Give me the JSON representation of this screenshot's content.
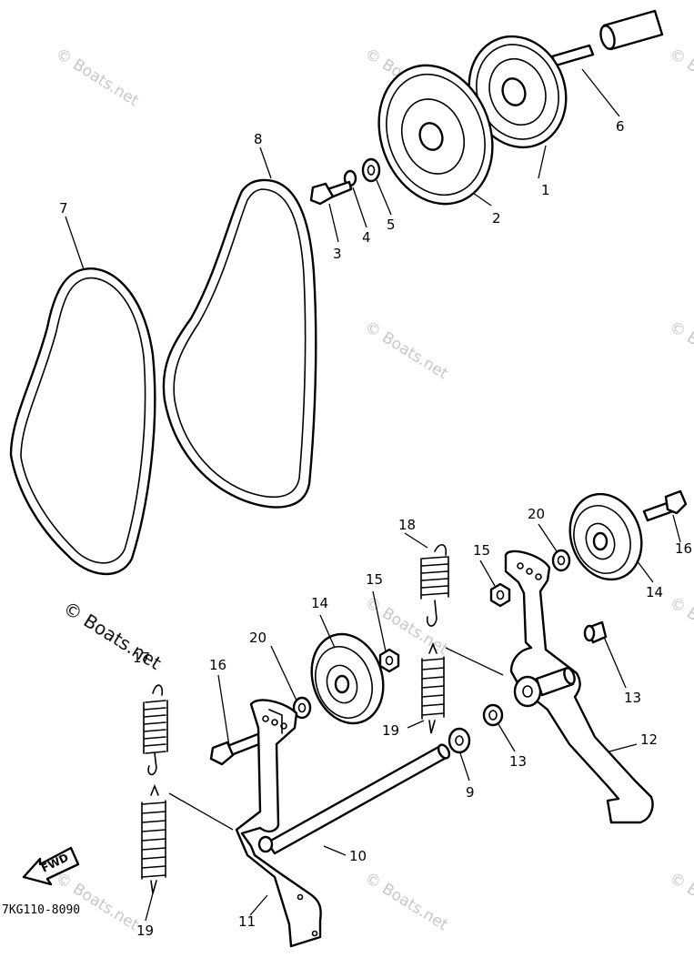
{
  "watermark": {
    "text": "© Boats.net"
  },
  "drawing_code": "7KG110-8090",
  "direction_marker": "FWD",
  "callouts": [
    "1",
    "2",
    "3",
    "4",
    "5",
    "6",
    "7",
    "8",
    "9",
    "10",
    "11",
    "12",
    "13",
    "13",
    "14",
    "14",
    "15",
    "15",
    "16",
    "16",
    "17",
    "18",
    "19",
    "19",
    "20",
    "20"
  ]
}
